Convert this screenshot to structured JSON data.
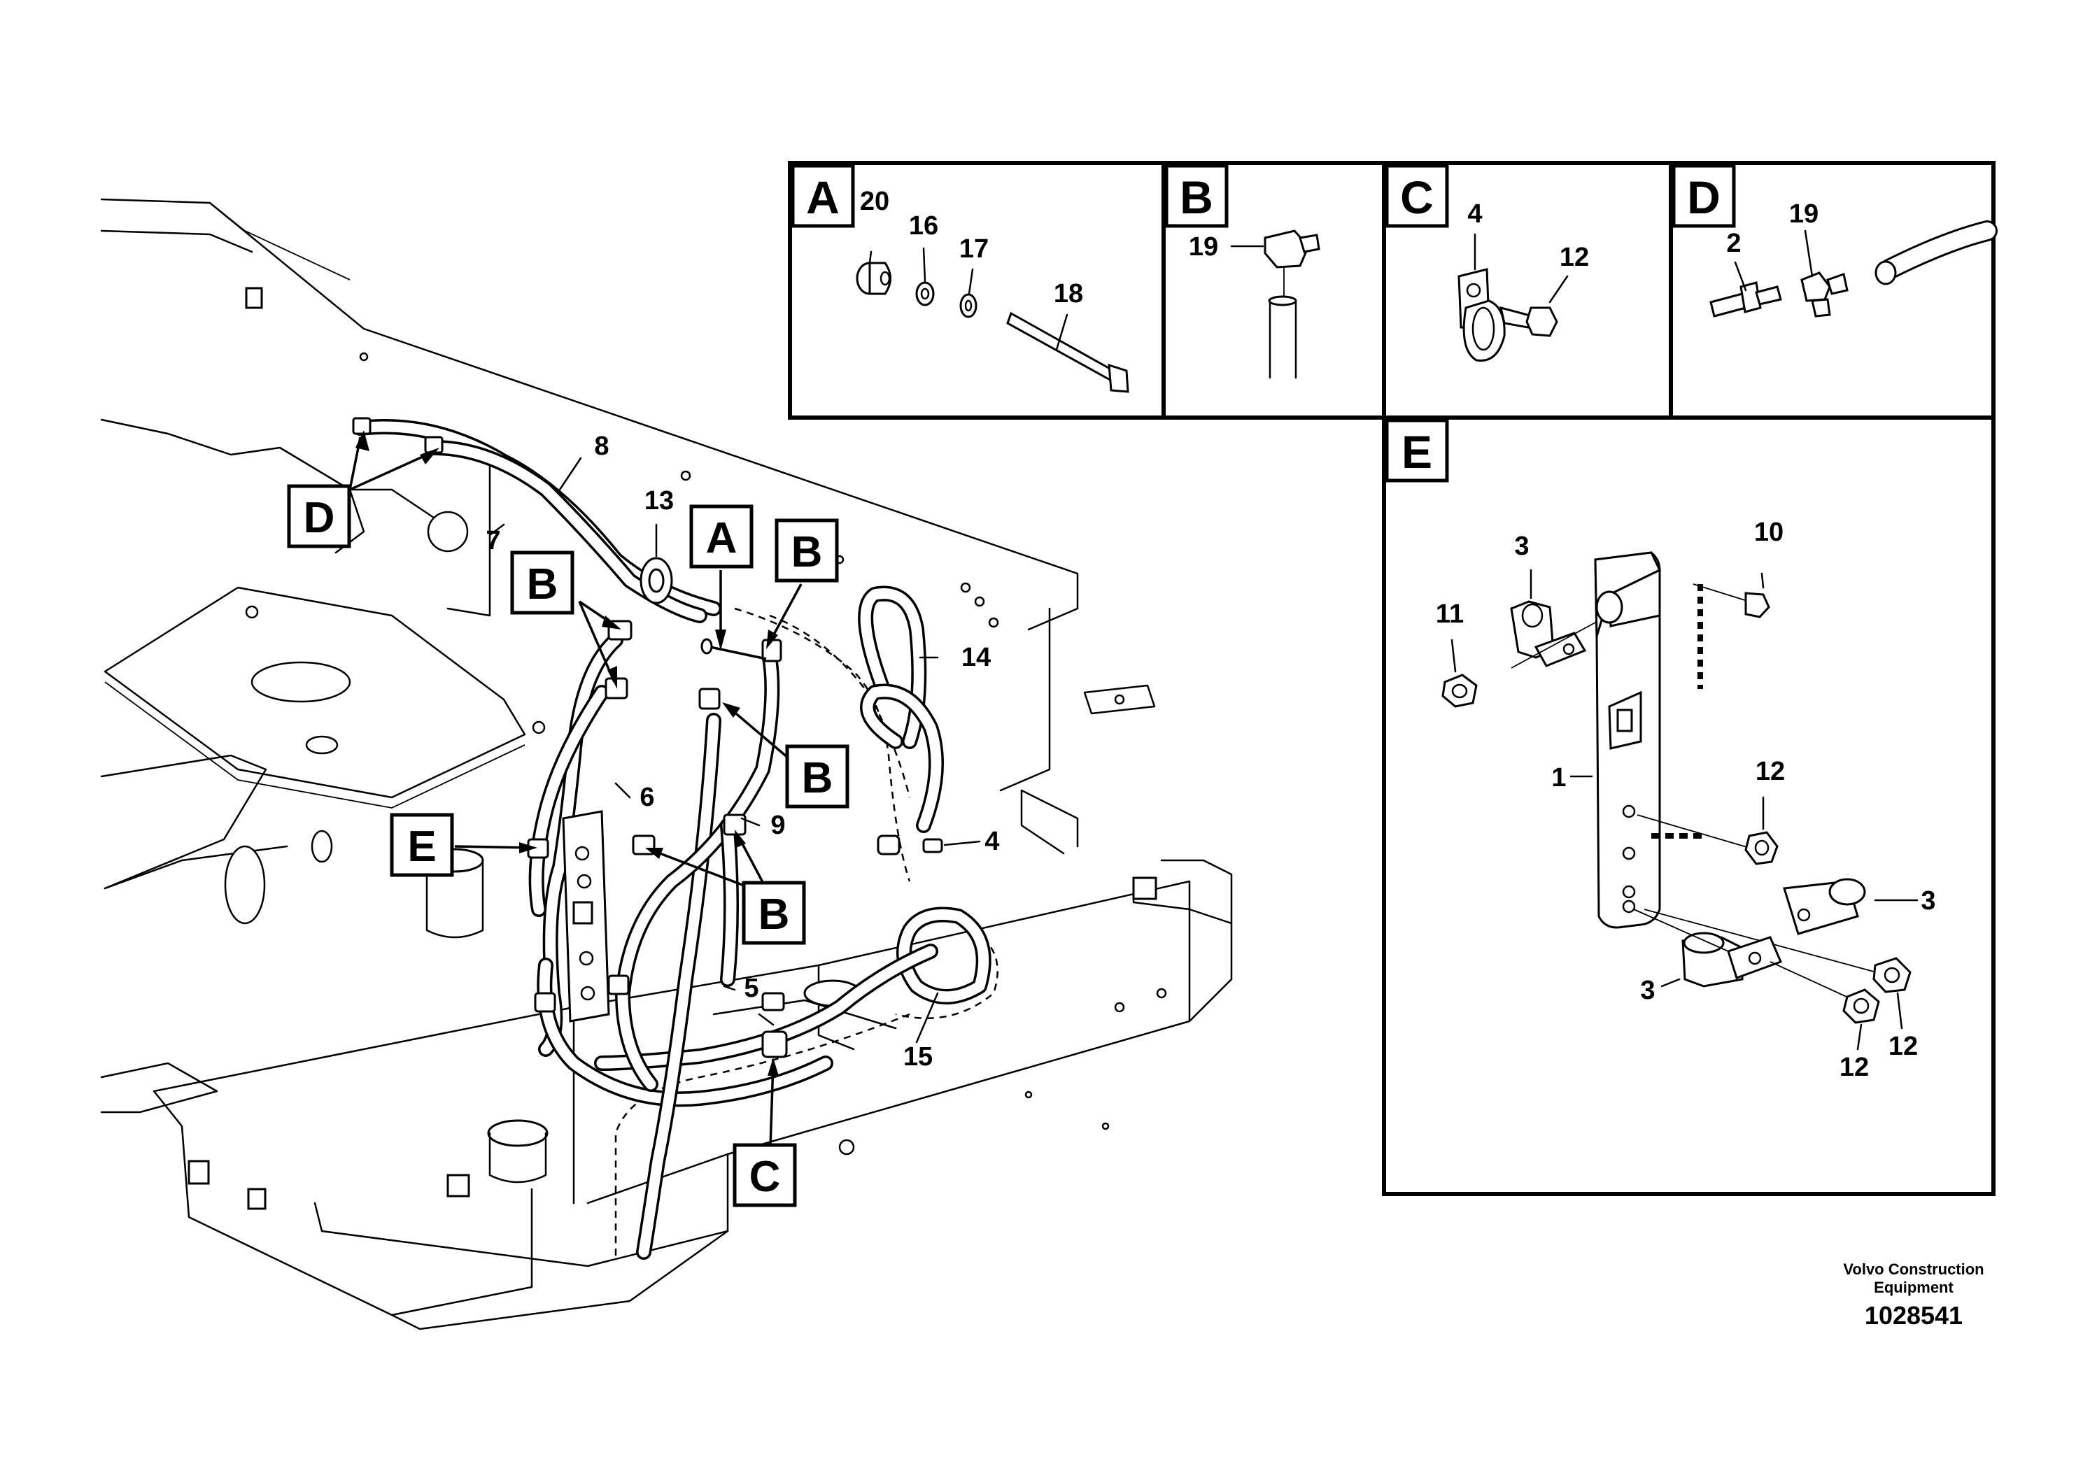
{
  "sections": [
    "A",
    "B",
    "C",
    "D",
    "E"
  ],
  "callouts": [
    "A",
    "B",
    "B",
    "B",
    "B",
    "C",
    "D",
    "E"
  ],
  "main_labels": [
    "8",
    "7",
    "13",
    "14",
    "6",
    "9",
    "4",
    "5",
    "15"
  ],
  "detail_a": [
    "20",
    "16",
    "17",
    "18"
  ],
  "detail_b": [
    "19"
  ],
  "detail_c": [
    "4",
    "12"
  ],
  "detail_d": [
    "2",
    "19"
  ],
  "detail_e": [
    "3",
    "10",
    "11",
    "1",
    "12",
    "3",
    "3",
    "12",
    "12"
  ],
  "footer": {
    "brand_line1": "Volvo Construction",
    "brand_line2": "Equipment",
    "doc_number": "1028541"
  }
}
